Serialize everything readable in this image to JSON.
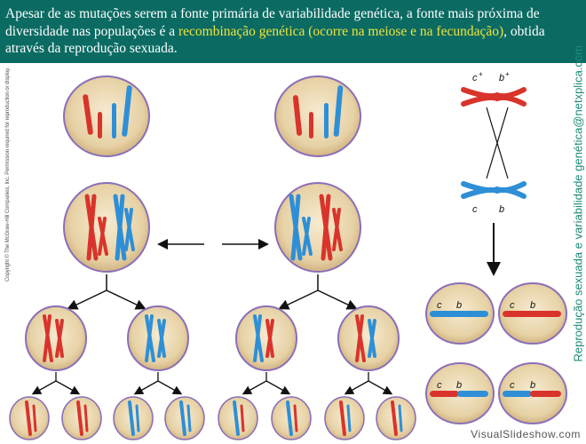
{
  "header": {
    "text_before": "Apesar de as mutações serem a fonte primária de variabilidade genética, a fonte mais próxima de diversidade nas populações é a ",
    "highlight": "recombinação genética (ocorre na meiose e na fecundação)",
    "text_after": ", obtida através da reprodução sexuada."
  },
  "copyright": "Copyright © The McGraw-Hill Companies, Inc. Permission required for reproduction or display.",
  "side_caption": "Reprodução sexuada e variabilidade genética@netxplica.com",
  "watermark": "VisualSlideshow.com",
  "gene_labels": {
    "top_c": "c",
    "top_b": "b",
    "sup": "+",
    "bottom_c": "c",
    "bottom_b": "b",
    "cell1_c": "c",
    "cell1_b": "b",
    "cell2_c": "c",
    "cell2_b": "b",
    "cell3_c": "c",
    "cell3_b": "b",
    "cell4_c": "c",
    "cell4_b": "b"
  },
  "colors": {
    "header_bg": "#0b6b63",
    "highlight": "#f0e23a",
    "maternal": "#d9342b",
    "paternal": "#2e8fd6",
    "cell_fill": "#e8d6b0",
    "membrane": "#8a6fb8",
    "caption": "#1c8a7a"
  }
}
